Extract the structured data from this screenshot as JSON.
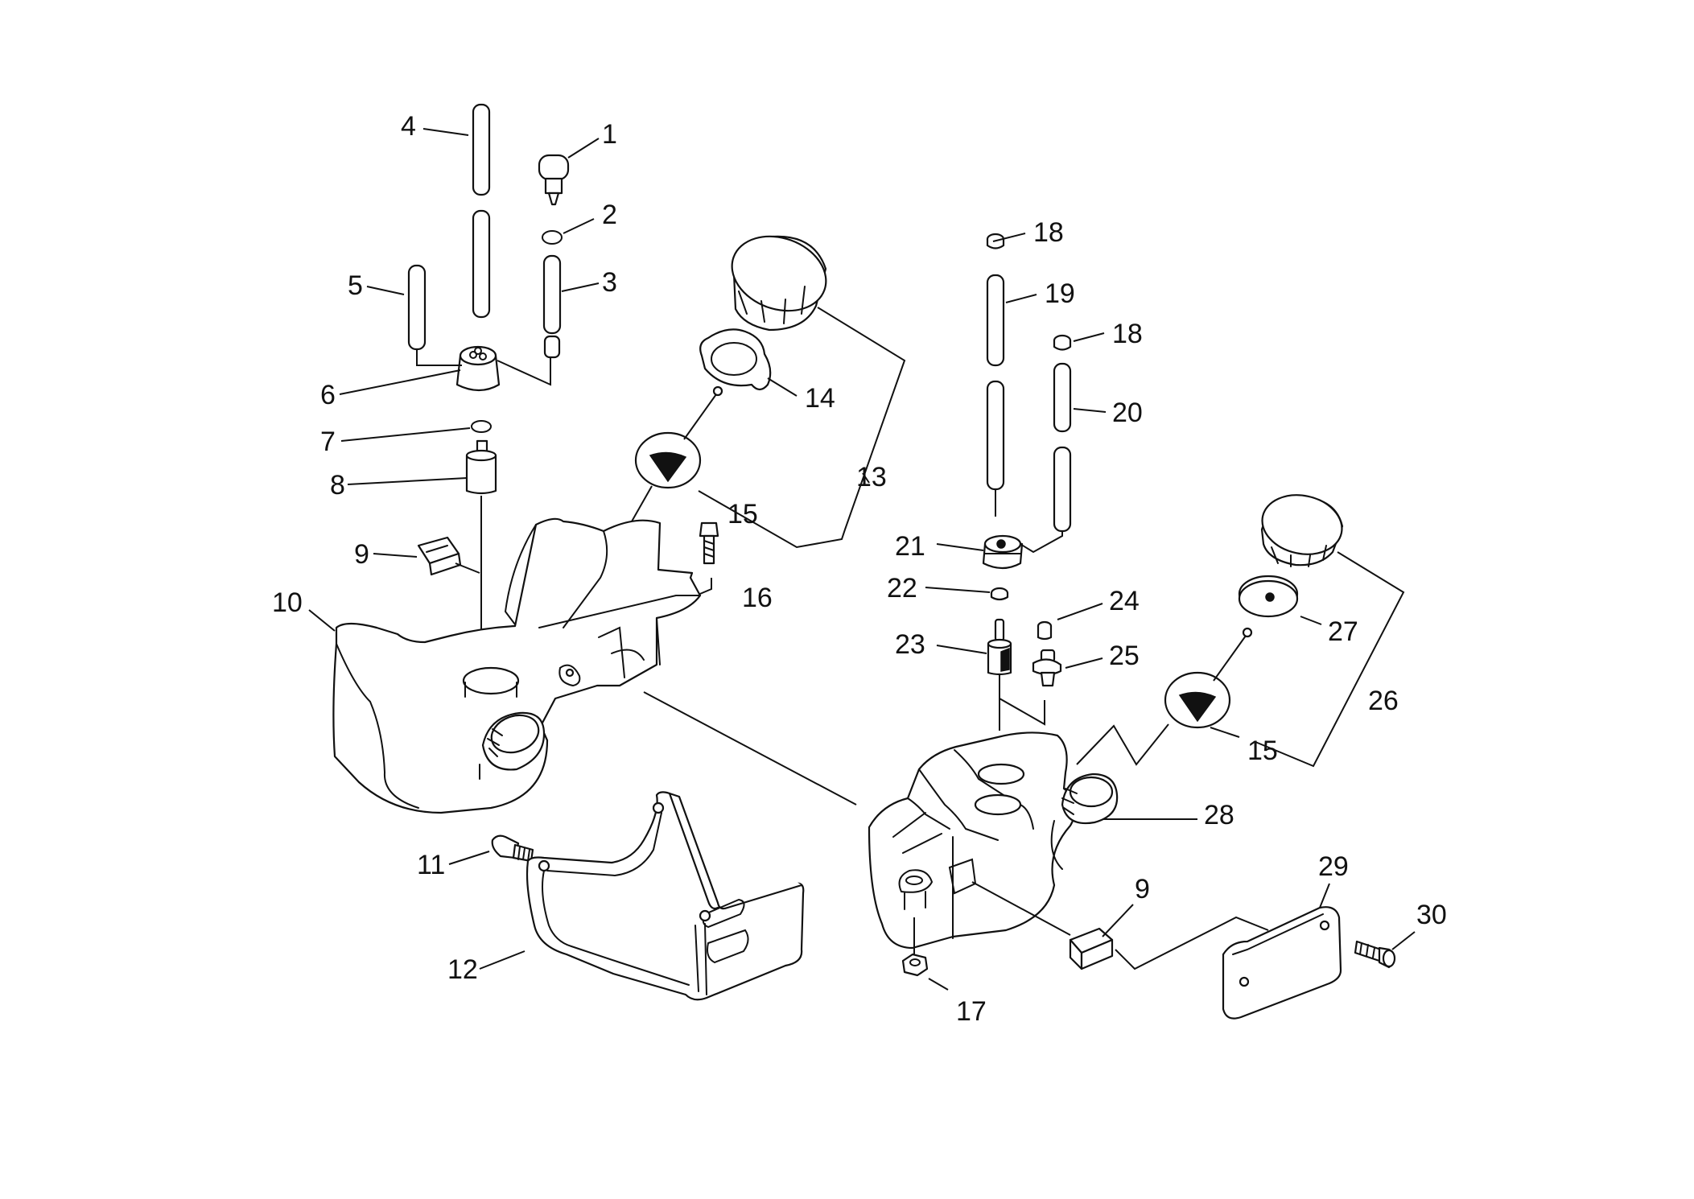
{
  "callouts": {
    "p1": "1",
    "p2": "2",
    "p3": "3",
    "p4": "4",
    "p5": "5",
    "p6": "6",
    "p7": "7",
    "p8": "8",
    "p9a": "9",
    "p9b": "9",
    "p10": "10",
    "p11": "11",
    "p12": "12",
    "p13": "13",
    "p14": "14",
    "p15a": "15",
    "p15b": "15",
    "p16": "16",
    "p17": "17",
    "p18a": "18",
    "p18b": "18",
    "p19": "19",
    "p20": "20",
    "p21": "21",
    "p22": "22",
    "p23": "23",
    "p24": "24",
    "p25": "25",
    "p26": "26",
    "p27": "27",
    "p28": "28",
    "p29": "29",
    "p30": "30"
  }
}
